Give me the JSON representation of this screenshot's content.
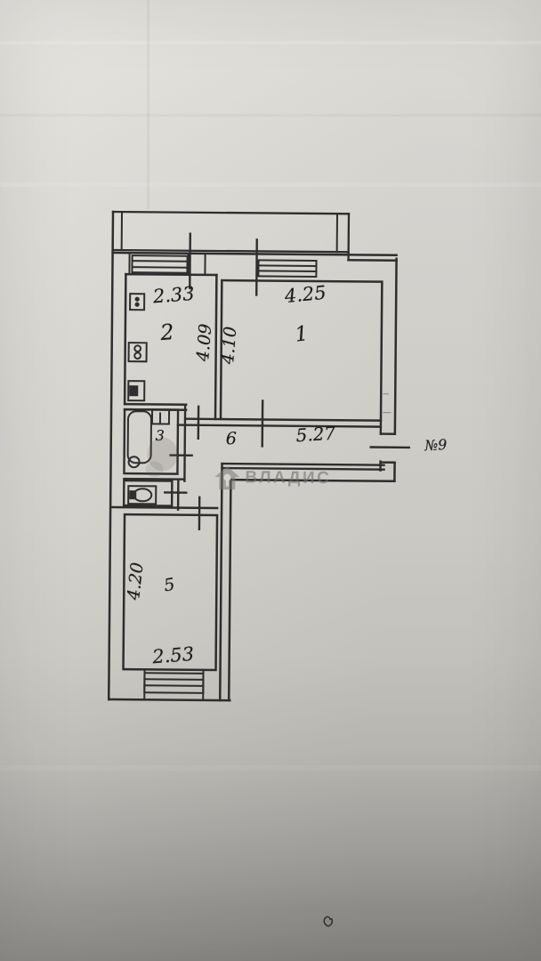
{
  "plan": {
    "watermark_text": "ВЛАДИС",
    "entrance_label": "№9",
    "rooms": {
      "living_room": {
        "number": "1",
        "width_m": "4.25",
        "depth_m": "4.10"
      },
      "kitchen": {
        "number": "2",
        "width_m": "2.33",
        "depth_m": "4.09"
      },
      "bathroom": {
        "number": "3"
      },
      "bedroom": {
        "number": "5",
        "width_m": "2.53",
        "depth_m": "4.20"
      },
      "hallway": {
        "number": "6",
        "length_m": "5.27"
      }
    },
    "colors": {
      "ink": "#222222",
      "paper_light": "#e6e4df",
      "paper_dark": "#8b8985",
      "watermark": "#706e6a"
    }
  }
}
